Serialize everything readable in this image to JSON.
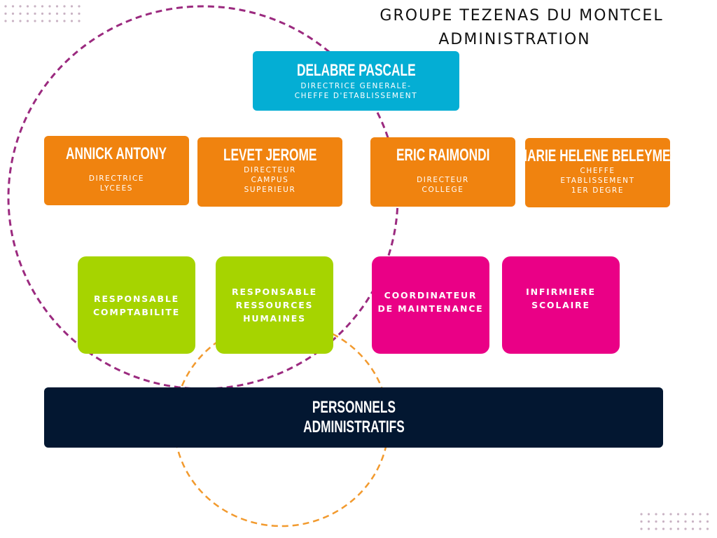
{
  "title": {
    "line1": "GROUPE TEZENAS DU MONTCEL",
    "line2": "ADMINISTRATION"
  },
  "director": {
    "name": "DELABRE PASCALE",
    "role_line1": "DIRECTRICE GENERALE-",
    "role_line2": "CHEFFE D'ETABLISSEMENT",
    "color": "#04aed4"
  },
  "heads": [
    {
      "name": "ANNICK ANTONY",
      "role": [
        "DIRECTRICE",
        "LYCEES"
      ]
    },
    {
      "name": "LEVET JEROME",
      "role": [
        "DIRECTEUR",
        "CAMPUS",
        "SUPERIEUR"
      ]
    },
    {
      "name": "ERIC RAIMONDI",
      "role": [
        "DIRECTEUR",
        "COLLEGE"
      ]
    },
    {
      "name": "MARIE HELENE BELEYMET",
      "role": [
        "CHEFFE",
        "ETABLISSEMENT",
        "1ER DEGRE"
      ]
    }
  ],
  "heads_color": "#f0830f",
  "services": [
    {
      "lines": [
        "RESPONSABLE",
        "COMPTABILITE"
      ],
      "color": "#a6d400"
    },
    {
      "lines": [
        "RESPONSABLE",
        "RESSOURCES",
        "HUMAINES"
      ],
      "color": "#a6d400"
    },
    {
      "lines": [
        "COORDINATEUR",
        "DE MAINTENANCE"
      ],
      "color": "#ea0086"
    },
    {
      "lines": [
        "INFIRMIERE",
        "SCOLAIRE"
      ],
      "color": "#ea0086"
    }
  ],
  "staff": {
    "line1": "PERSONNELS",
    "line2": "ADMINISTRATIFS",
    "color": "#031731"
  },
  "decor_colors": {
    "purple_circle": "#9b2a7f",
    "orange_circle": "#f29a2e",
    "dots": "#c9b3c4"
  }
}
